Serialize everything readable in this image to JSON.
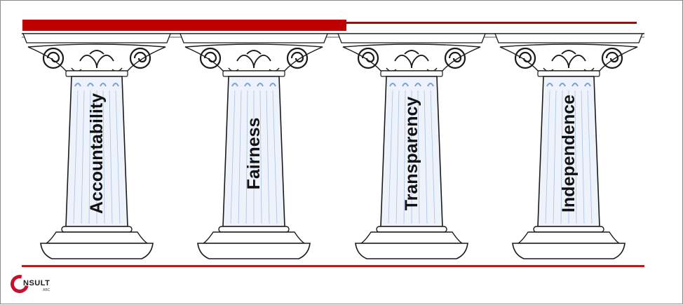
{
  "colors": {
    "accent_red": "#c00000",
    "rule_red": "#b01e1e",
    "line": "#1a1a1a",
    "flute_blue": "#7f9fd0",
    "shaft_tint": "#eef3fb"
  },
  "pillars": [
    {
      "label": "Accountability",
      "icon": "ionic-column-icon"
    },
    {
      "label": "Fairness",
      "icon": "ionic-column-icon"
    },
    {
      "label": "Transparency",
      "icon": "ionic-column-icon"
    },
    {
      "label": "Independence",
      "icon": "ionic-column-icon"
    }
  ],
  "logo": {
    "text": "NSULT",
    "sub": "ABC",
    "icon": "c-ring-logo-icon"
  }
}
